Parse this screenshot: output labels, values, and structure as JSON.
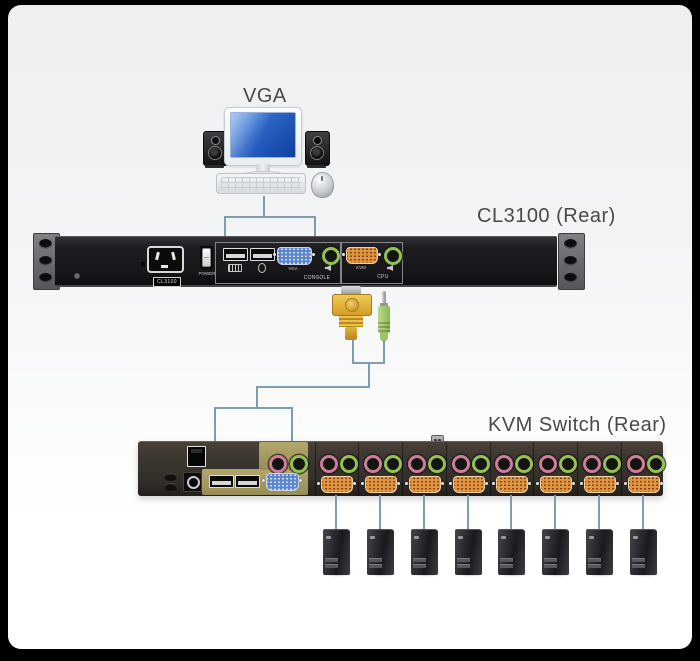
{
  "scene": {
    "vga_label": "VGA",
    "cl3100_label": "CL3100 (Rear)",
    "kvm_label": "KVM Switch (Rear)"
  },
  "cl3100": {
    "nameplate": "CL3100",
    "power_label": "POWER",
    "console": {
      "label": "CONSOLE",
      "vga_label": "VGA"
    },
    "cpu": {
      "label": "CPU",
      "vga_label": "KVM"
    }
  },
  "kvm_switch": {
    "cpu_port_count": 8,
    "computer_count": 8
  },
  "colors": {
    "wire": "#7e9db0",
    "console_highlight": "#a89d62",
    "cpu_port_orange": "#e09440",
    "console_vga_blue": "#5d86d0",
    "mic_jack_pink": "#ca7e9c",
    "speaker_jack_green": "#94c152",
    "cl3100_panel": "#1b1b1e",
    "kvm_panel": "#38322c"
  }
}
